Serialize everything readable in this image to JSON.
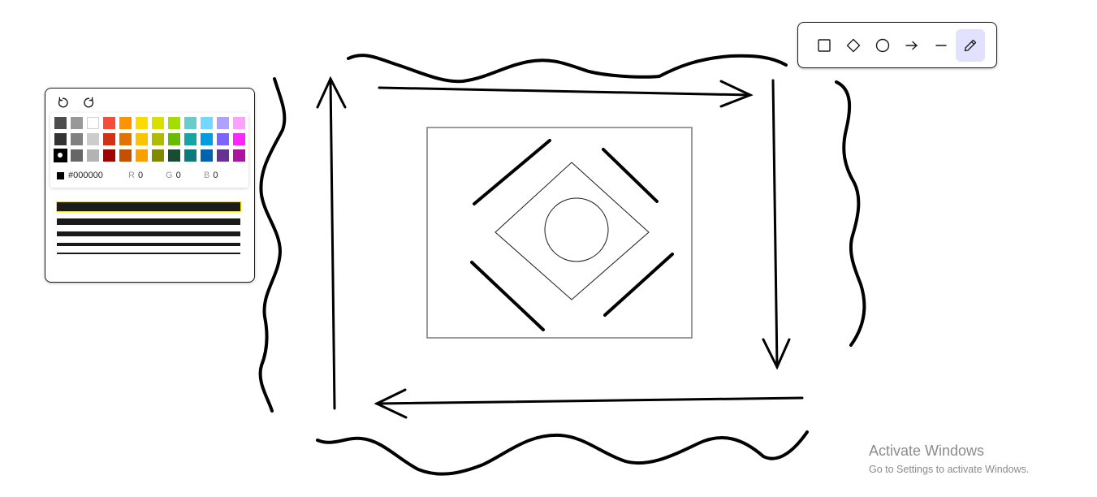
{
  "toolbar": {
    "tools": [
      {
        "id": "rectangle",
        "icon": "rectangle-icon"
      },
      {
        "id": "diamond",
        "icon": "diamond-icon"
      },
      {
        "id": "ellipse",
        "icon": "circle-icon"
      },
      {
        "id": "arrow",
        "icon": "arrow-icon"
      },
      {
        "id": "line",
        "icon": "line-icon"
      },
      {
        "id": "pencil",
        "icon": "pencil-icon",
        "active": true
      }
    ]
  },
  "panel": {
    "undo_icon": "undo-icon",
    "redo_icon": "redo-icon",
    "palette": [
      "#4d4d4d",
      "#999999",
      "#ffffff",
      "#f44e3b",
      "#fe9200",
      "#fcdc00",
      "#dbdf00",
      "#a4dd00",
      "#68ccca",
      "#73d8ff",
      "#aea1ff",
      "#fda1ff",
      "#333333",
      "#808080",
      "#cccccc",
      "#d33115",
      "#e27300",
      "#fcc400",
      "#b0bc00",
      "#68bc00",
      "#16a5a5",
      "#009ce0",
      "#7b64ff",
      "#fa28ff",
      "#000000",
      "#666666",
      "#b3b3b3",
      "#9f0500",
      "#c45100",
      "#fb9e00",
      "#808900",
      "#194d33",
      "#0c797d",
      "#0062b1",
      "#653294",
      "#ab149e"
    ],
    "selected_color_index": 24,
    "hex_value": "#000000",
    "r_label": "R",
    "r_value": "0",
    "g_label": "G",
    "g_value": "0",
    "b_label": "B",
    "b_value": "0",
    "stroke_widths": [
      11,
      8,
      6,
      4,
      2
    ],
    "selected_stroke_index": 0
  },
  "watermark": {
    "line1": "Activate Windows",
    "line2": "Go to Settings to activate Windows."
  },
  "colors": {
    "ink": "#000000",
    "shape_stroke": "#7a7a7a",
    "active_tool_bg": "#e3e2fe"
  }
}
